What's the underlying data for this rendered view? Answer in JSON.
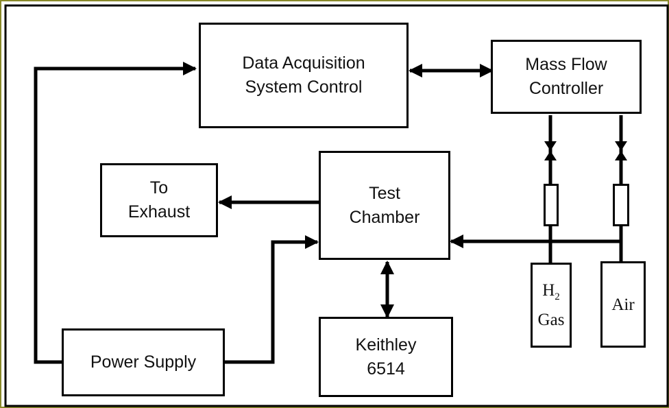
{
  "blocks": {
    "daq": {
      "line1": "Data Acquisition",
      "line2": "System Control"
    },
    "mfc": {
      "line1": "Mass Flow",
      "line2": "Controller"
    },
    "exhaust": {
      "line1": "To",
      "line2": "Exhaust"
    },
    "chamber": {
      "line1": "Test",
      "line2": "Chamber"
    },
    "power": {
      "label": "Power Supply"
    },
    "keithley": {
      "line1": "Keithley",
      "line2": "6514"
    },
    "h2": {
      "symbol": "H",
      "subscript": "2",
      "line2": "Gas"
    },
    "air": {
      "label": "Air"
    }
  },
  "colors": {
    "line": "#000000",
    "background": "#ffffff",
    "frame_outer": "#8a8a2a"
  }
}
